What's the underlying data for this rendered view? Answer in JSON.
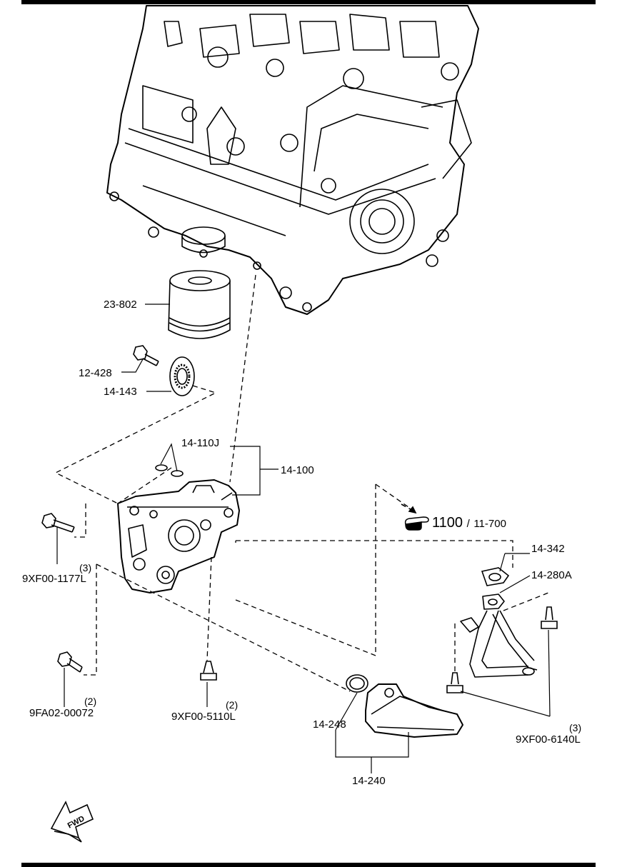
{
  "parts": {
    "oil_filter": "23-802",
    "bolt_sprocket": "12-428",
    "sprocket": "14-143",
    "gasket": "14-110J",
    "oil_pump": "14-100",
    "bolt_pump": "9XF00-1177L",
    "bolt_pump_qty": "(3)",
    "bolt_lower": "9FA02-00072",
    "bolt_lower_qty": "(2)",
    "bolt_strainer": "9XF00-5110L",
    "bolt_strainer_qty": "(2)",
    "pipe_gasket": "14-342",
    "pipe": "14-280A",
    "bolt_pipe": "9XF00-6140L",
    "bolt_pipe_qty": "(3)",
    "oring": "14-248",
    "strainer": "14-240"
  },
  "reference": {
    "main": "1100",
    "separator": "/",
    "sub": "11-700"
  },
  "fwd_label": "FWD"
}
